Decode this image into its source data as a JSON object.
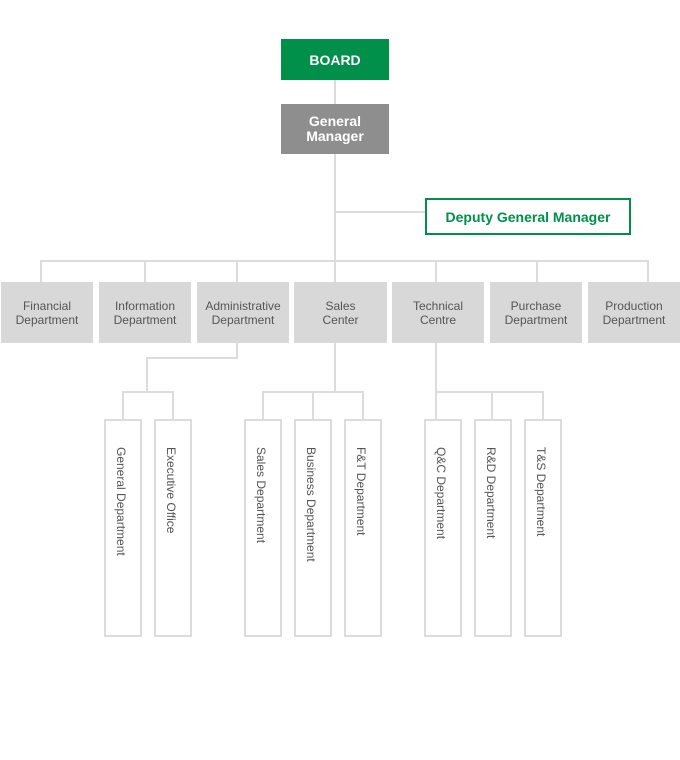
{
  "board": "BOARD",
  "general_manager": "General\nManager",
  "deputy_general_manager": "Deputy General Manager",
  "departments": [
    "Financial\nDepartment",
    "Information\nDepartment",
    "Administrative\nDepartment",
    "Sales\nCenter",
    "Technical\nCentre",
    "Purchase\nDepartment",
    "Production\nDepartment"
  ],
  "administrative_subunits": [
    "General Department",
    "Executive Office"
  ],
  "sales_subunits": [
    "Sales Department",
    "Business Department",
    "F&T Department"
  ],
  "technical_subunits": [
    "Q&C Department",
    "R&D Department",
    "T&S Department"
  ],
  "colors": {
    "accent_green": "#00904a",
    "manager_gray": "#8e8e8e",
    "department_fill": "#d8d8d8",
    "connector": "#dcdcdc"
  }
}
